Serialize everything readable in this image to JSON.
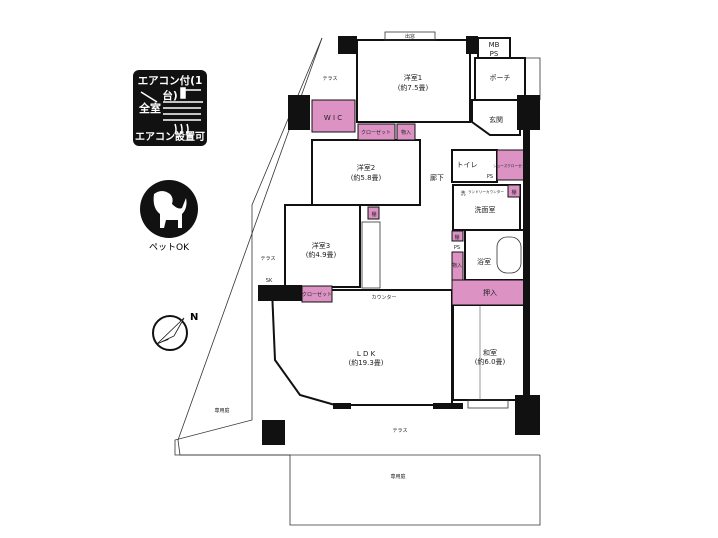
{
  "badges": {
    "aircon_title": "エアコン付(1台)",
    "aircon_all_rooms": "全室",
    "aircon_install": "エアコン設置可",
    "pet": "ペットOK"
  },
  "compass": {
    "north": "N"
  },
  "rooms": {
    "bay_window": "出窓",
    "mbps_1": "MB",
    "mbps_2": "PS",
    "terrace_top": "テラス",
    "western1": "洋室1",
    "western1_size": "(約7.5畳)",
    "porch": "ポーチ",
    "wic": "W I C",
    "closet1": "クローゼット",
    "storage1": "物入",
    "entrance": "玄関",
    "western2": "洋室2",
    "western2_size": "(約5.8畳)",
    "toilet": "トイレ",
    "shoes_closet": "シューズクローゼット",
    "hallway": "廊下",
    "ps1": "PS",
    "washer": "洗",
    "laundry_counter": "ランドリーカウンター",
    "shelf1": "棚",
    "washroom": "洗面室",
    "western3": "洋室3",
    "western3_size": "(約4.9畳)",
    "terrace_left": "テラス",
    "sk": "SK",
    "closet2": "クローゼット",
    "counter": "カウンター",
    "shelf2": "棚",
    "shelf3": "棚",
    "ps2": "PS",
    "storage2": "物入",
    "bath": "浴室",
    "oshiire": "押入",
    "ldk": "L D K",
    "ldk_size": "(約19.3畳)",
    "japanese": "和室",
    "japanese_size": "(約6.0畳)",
    "terrace_bottom": "テラス",
    "garden1": "専用庭",
    "garden2": "専用庭"
  },
  "colors": {
    "accent_pink": "#dc93c4",
    "wall": "#111111"
  }
}
